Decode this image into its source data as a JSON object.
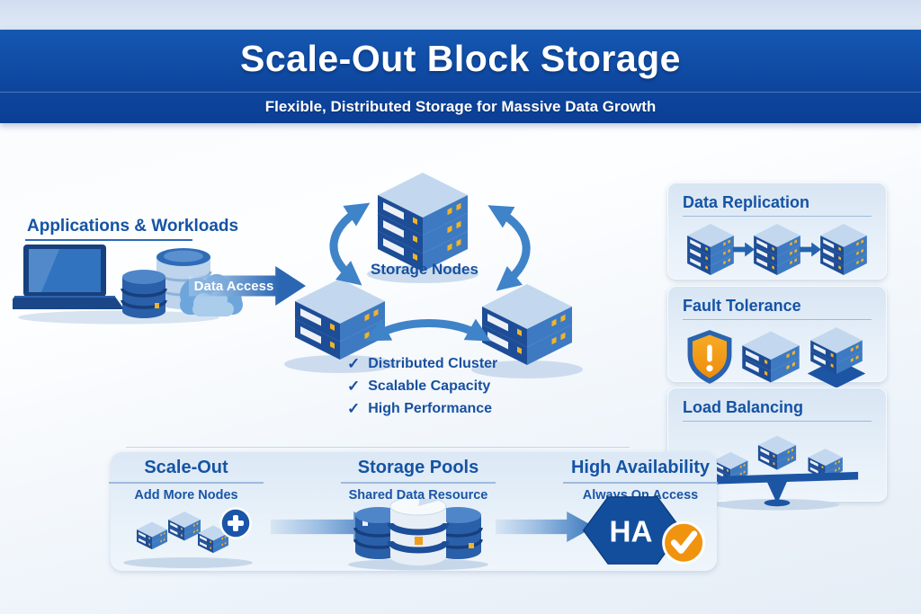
{
  "header": {
    "title": "Scale-Out Block Storage",
    "subtitle": "Flexible, Distributed Storage for Massive Data Growth"
  },
  "apps": {
    "heading": "Applications & Workloads",
    "arrow_label": "Data Access"
  },
  "cluster": {
    "label": "Storage Nodes",
    "check_glyph": "✓",
    "features": [
      "Distributed Cluster",
      "Scalable Capacity",
      "High Performance"
    ]
  },
  "right_panel": {
    "cards": [
      {
        "title": "Data Replication"
      },
      {
        "title": "Fault Tolerance"
      },
      {
        "title": "Load Balancing"
      }
    ]
  },
  "bottom_panel": {
    "columns": [
      {
        "title": "Scale-Out",
        "subtitle": "Add More Nodes"
      },
      {
        "title": "Storage Pools",
        "subtitle": "Shared Data Resource"
      },
      {
        "title": "High Availability",
        "subtitle": "Always On Access",
        "badge": "HA"
      }
    ]
  },
  "colors": {
    "banner_blue": "#0e47a0",
    "heading_blue": "#1553a4",
    "arrow_blue": "#2a66b2",
    "server_navy": "#1d4d96",
    "server_mid": "#3e7ac2",
    "server_light": "#c3d8ee",
    "accent_yellow": "#f0b429",
    "accent_orange": "#f0930f"
  }
}
